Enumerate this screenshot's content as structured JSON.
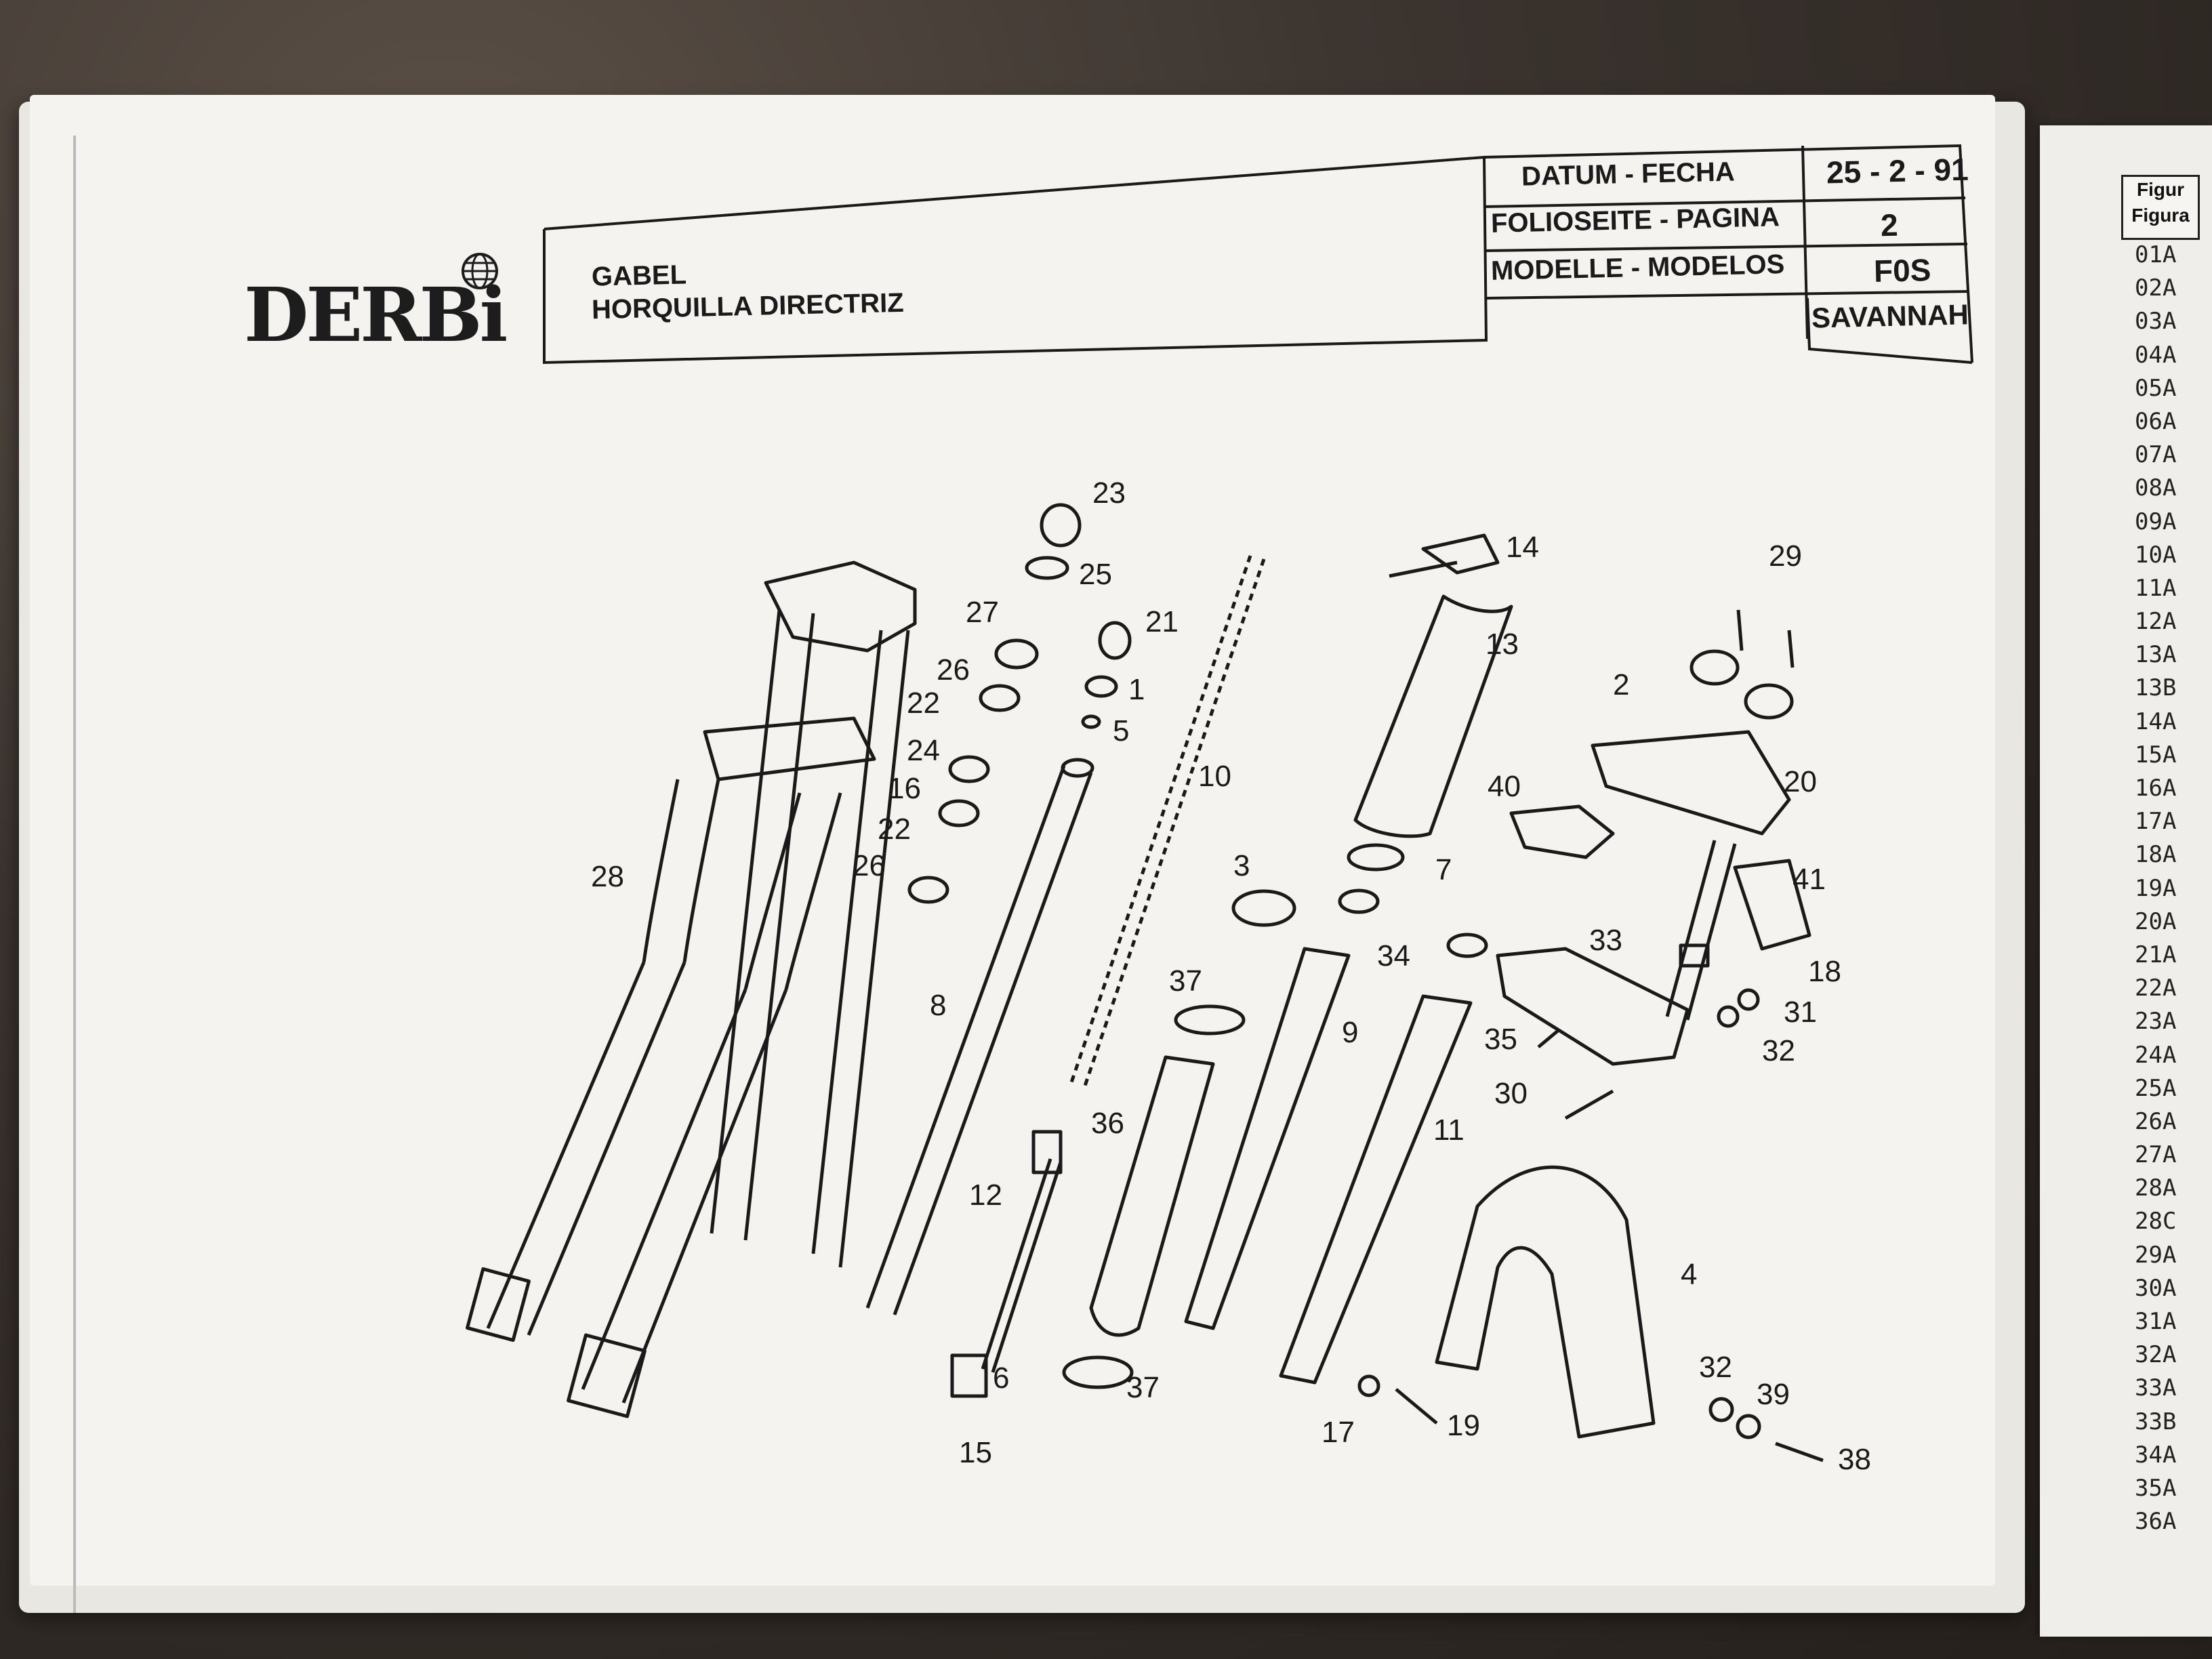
{
  "header": {
    "brand": "DERBi",
    "title_de": "GABEL",
    "title_es": "HORQUILLA DIRECTRIZ",
    "fields": [
      {
        "label": "DATUM - FECHA",
        "value": "25 - 2 - 91"
      },
      {
        "label": "FOLIOSEITE - PAGINA",
        "value": "2"
      },
      {
        "label": "MODELLE - MODELOS",
        "value": "F0S"
      },
      {
        "label": "",
        "value": "SAVANNAH"
      }
    ]
  },
  "sidebar": {
    "head_line1": "Figur",
    "head_line2": "Figura",
    "figures": [
      "01A",
      "02A",
      "03A",
      "04A",
      "05A",
      "06A",
      "07A",
      "08A",
      "09A",
      "10A",
      "11A",
      "12A",
      "13A",
      "13B",
      "14A",
      "15A",
      "16A",
      "17A",
      "18A",
      "19A",
      "20A",
      "21A",
      "22A",
      "23A",
      "24A",
      "25A",
      "26A",
      "27A",
      "28A",
      "28C",
      "29A",
      "30A",
      "31A",
      "32A",
      "33A",
      "33B",
      "34A",
      "35A",
      "36A"
    ]
  },
  "diagram": {
    "callouts": [
      "23",
      "25",
      "27",
      "26",
      "22",
      "24",
      "16",
      "22",
      "26",
      "28",
      "21",
      "1",
      "5",
      "8",
      "10",
      "12",
      "6",
      "15",
      "37",
      "36",
      "37",
      "3",
      "9",
      "11",
      "14",
      "13",
      "7",
      "34",
      "40",
      "35",
      "30",
      "17",
      "19",
      "33",
      "2",
      "29",
      "20",
      "41",
      "18",
      "31",
      "32",
      "4",
      "32",
      "39",
      "38"
    ]
  }
}
